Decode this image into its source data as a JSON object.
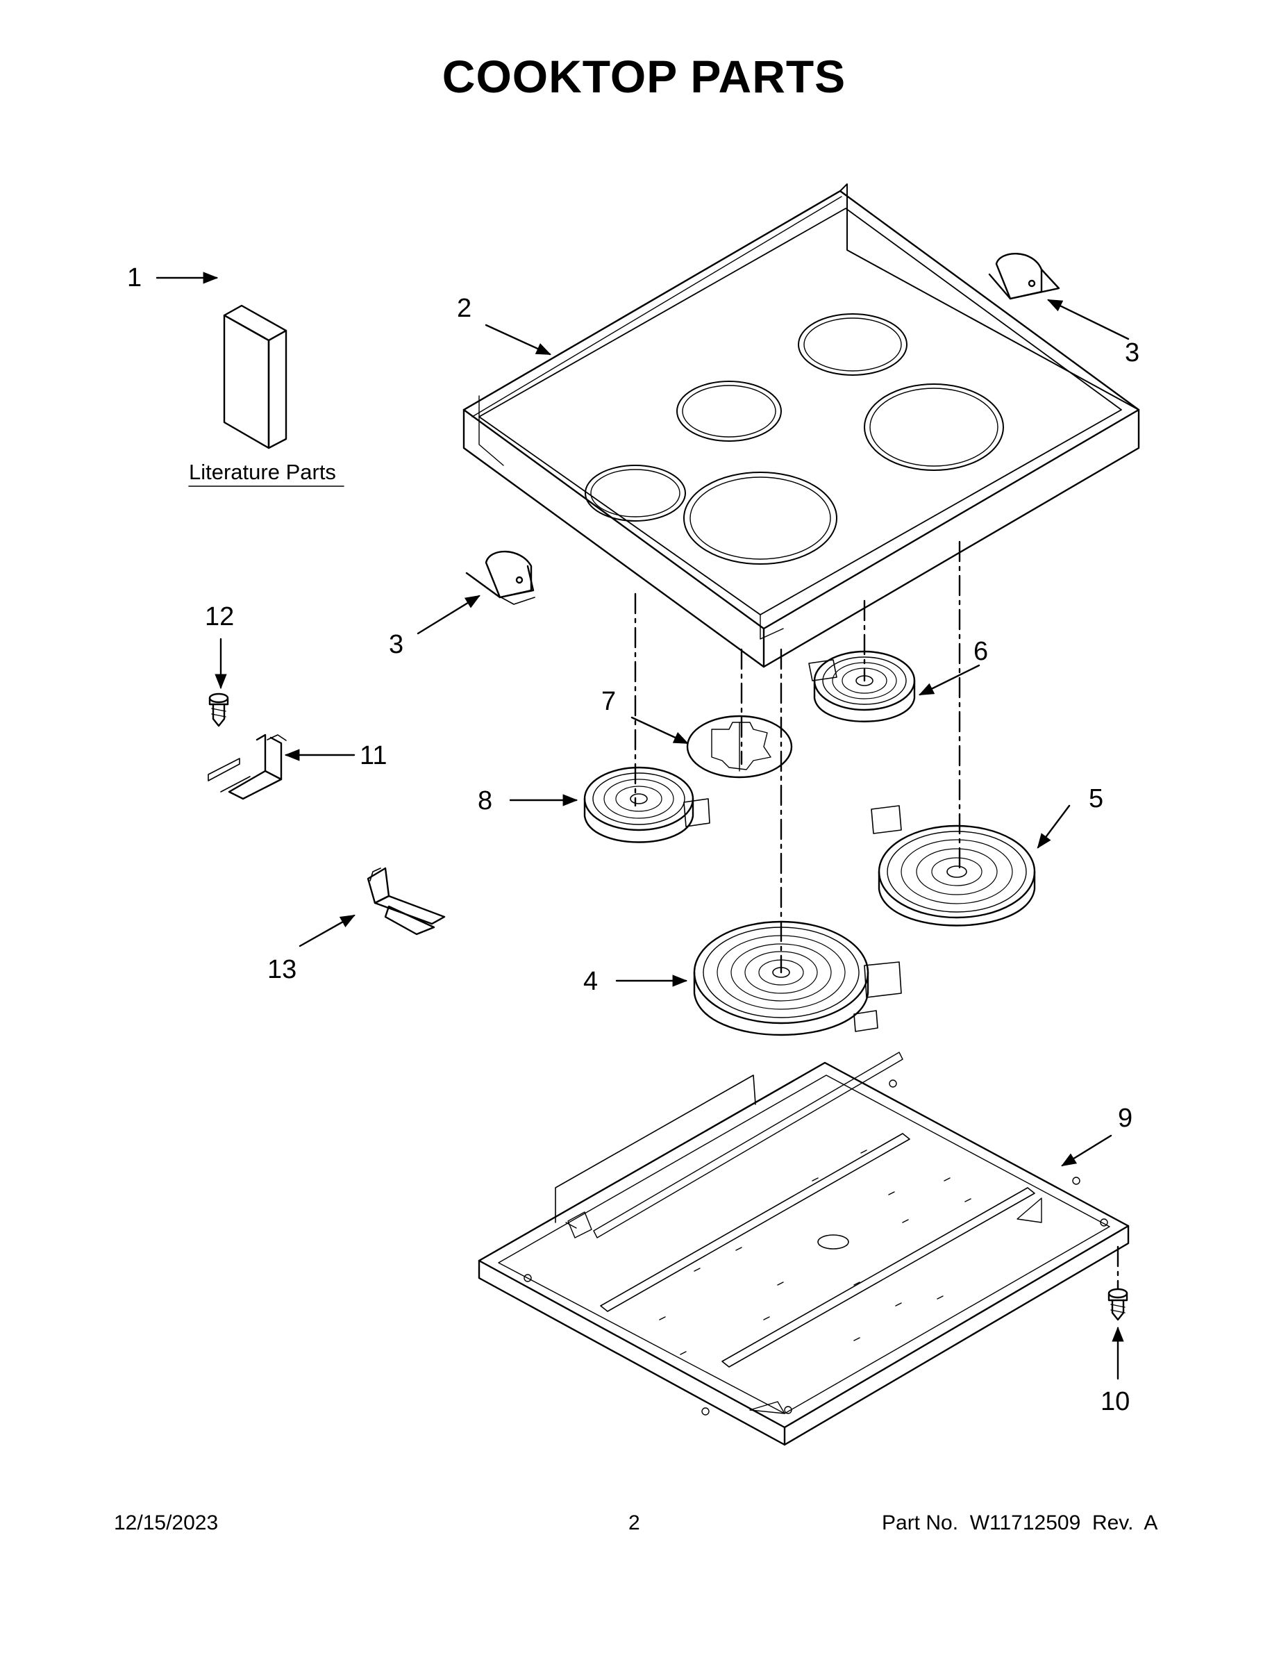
{
  "title": "COOKTOP PARTS",
  "literature_label": "Literature Parts",
  "callouts": [
    "1",
    "2",
    "3",
    "3",
    "4",
    "5",
    "6",
    "7",
    "8",
    "9",
    "10",
    "11",
    "12",
    "13"
  ],
  "footer": {
    "date": "12/15/2023",
    "page": "2",
    "part": "Part No.  W11712509  Rev.  A"
  }
}
